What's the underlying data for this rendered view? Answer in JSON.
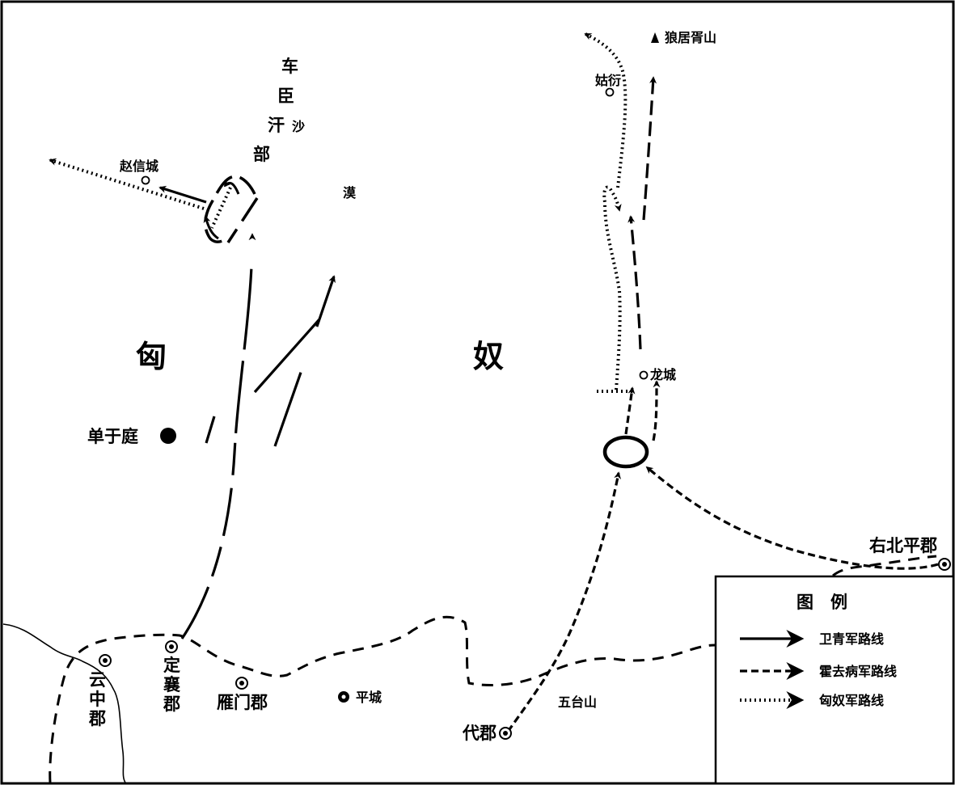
{
  "map": {
    "regions": {
      "xiong": "匈",
      "nu": "奴"
    },
    "desert": {
      "chars": [
        "车",
        "臣",
        "汗",
        "部"
      ],
      "sha": "沙",
      "mo": "漠"
    },
    "places": {
      "zhaoxincheng": "赵信城",
      "gu_yan": "姑衍",
      "langjuxushan": "狼居胥山",
      "longcheng": "龙城",
      "chanyuting": "单于庭",
      "youbeipingjun": "右北平郡",
      "yunzhongjun": "云中郡",
      "dingxiangjun": "定襄郡",
      "yanmenjun": "雁门郡",
      "pingcheng": "平城",
      "daijun": "代郡",
      "wutaishan": "五台山"
    },
    "vertical_labels": {
      "yunzhong": [
        "云",
        "中",
        "郡"
      ],
      "dingxiang": [
        "定",
        "襄",
        "郡"
      ]
    }
  },
  "legend": {
    "title": "图　例",
    "items": [
      {
        "label": "卫青军路线",
        "style": "solid"
      },
      {
        "label": "霍去病军路线",
        "style": "dashed"
      },
      {
        "label": "匈奴军路线",
        "style": "dotted"
      }
    ]
  }
}
